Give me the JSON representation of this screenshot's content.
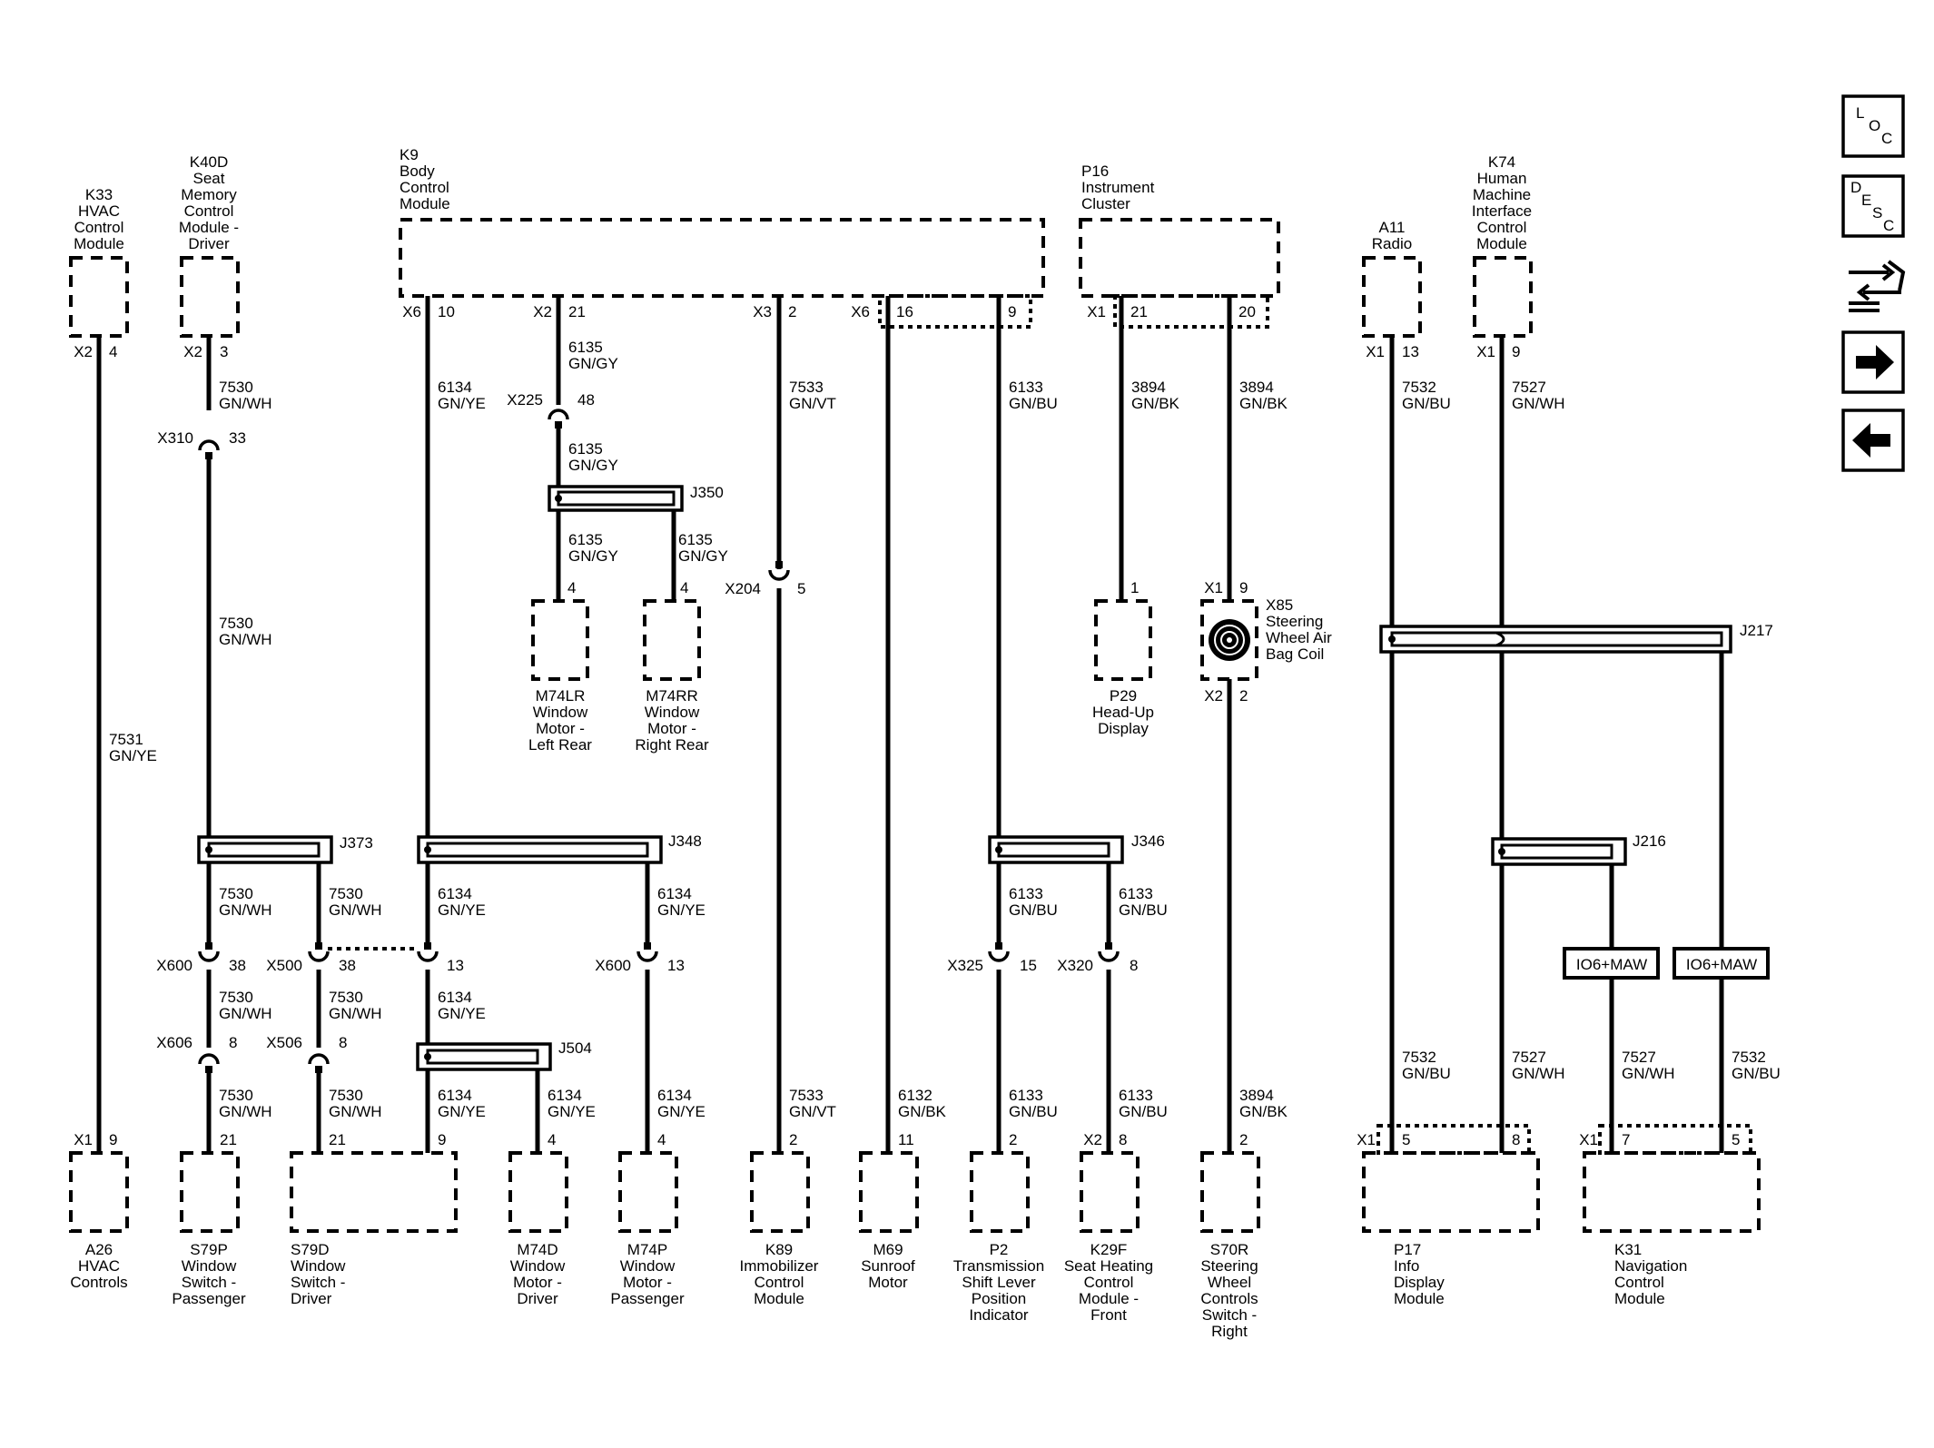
{
  "modules": {
    "k33": [
      "K33",
      "HVAC",
      "Control",
      "Module"
    ],
    "k40d": [
      "K40D",
      "Seat",
      "Memory",
      "Control",
      "Module -",
      "Driver"
    ],
    "k9": [
      "K9",
      "Body",
      "Control",
      "Module"
    ],
    "p16": [
      "P16",
      "Instrument",
      "Cluster"
    ],
    "a11": [
      "A11",
      "Radio"
    ],
    "k74": [
      "K74",
      "Human",
      "Machine",
      "Interface",
      "Control",
      "Module"
    ],
    "m74lr": [
      "M74LR",
      "Window",
      "Motor -",
      "Left Rear"
    ],
    "m74rr": [
      "M74RR",
      "Window",
      "Motor -",
      "Right Rear"
    ],
    "p29": [
      "P29",
      "Head-Up",
      "Display"
    ],
    "x85": [
      "X85",
      "Steering",
      "Wheel Air",
      "Bag Coil"
    ],
    "a26": [
      "A26",
      "HVAC",
      "Controls"
    ],
    "s79p": [
      "S79P",
      "Window",
      "Switch -",
      "Passenger"
    ],
    "s79d": [
      "S79D",
      "Window",
      "Switch -",
      "Driver"
    ],
    "m74d": [
      "M74D",
      "Window",
      "Motor -",
      "Driver"
    ],
    "m74p": [
      "M74P",
      "Window",
      "Motor -",
      "Passenger"
    ],
    "k89": [
      "K89",
      "Immobilizer",
      "Control",
      "Module"
    ],
    "m69": [
      "M69",
      "Sunroof",
      "Motor"
    ],
    "p2": [
      "P2",
      "Transmission",
      "Shift Lever",
      "Position",
      "Indicator"
    ],
    "k29f": [
      "K29F",
      "Seat Heating",
      "Control",
      "Module -",
      "Front"
    ],
    "s70r": [
      "S70R",
      "Steering",
      "Wheel",
      "Controls",
      "Switch -",
      "Right"
    ],
    "p17": [
      "P17",
      "Info",
      "Display",
      "Module"
    ],
    "k31": [
      "K31",
      "Navigation",
      "Control",
      "Module"
    ]
  },
  "connectors": {
    "k33_conn": "X2",
    "k33_pin": "4",
    "k40d_conn": "X2",
    "k40d_pin": "3",
    "k9_x6": "X6",
    "k9_p10": "10",
    "k9_x2": "X2",
    "k9_p21": "21",
    "k9_x3": "X3",
    "k9_p2": "2",
    "k9_x6b": "X6",
    "k9_p16": "16",
    "k9_p9": "9",
    "p16_x1": "X1",
    "p16_p21": "21",
    "p16_p20": "20",
    "a11_conn": "X1",
    "a11_pin": "13",
    "k74_conn": "X1",
    "k74_pin": "9",
    "m74lr_pin": "4",
    "m74rr_pin": "4",
    "p29_pin": "1",
    "x85_top_conn": "X1",
    "x85_top_pin": "9",
    "x85_bot_conn": "X2",
    "x85_bot_pin": "2",
    "a26_conn": "X1",
    "a26_pin": "9",
    "s79p_pin": "21",
    "s79d_pin1": "21",
    "s79d_pin2": "9",
    "m74d_pin": "4",
    "m74p_pin": "4",
    "k89_pin": "2",
    "m69_pin": "11",
    "p2_pin": "2",
    "k29f_conn": "X2",
    "k29f_pin": "8",
    "s70r_pin": "2",
    "p17_conn": "X1",
    "p17_pin1": "5",
    "p17_pin2": "8",
    "k31_conn": "X1",
    "k31_pin1": "7",
    "k31_pin2": "5"
  },
  "inline": {
    "x225": "X225",
    "x225_pin": "48",
    "x310": "X310",
    "x310_pin": "33",
    "x204": "X204",
    "x204_pin": "5",
    "x600a": "X600",
    "x600a_pin": "38",
    "x500": "X500",
    "x500_pin1": "38",
    "x500_pin2": "13",
    "x600b": "X600",
    "x600b_pin": "13",
    "x606": "X606",
    "x606_pin": "8",
    "x506": "X506",
    "x506_pin": "8",
    "x325": "X325",
    "x325_pin": "15",
    "x320": "X320",
    "x320_pin": "8"
  },
  "splices": {
    "j350": "J350",
    "j373": "J373",
    "j348": "J348",
    "j346": "J346",
    "j504": "J504",
    "j217": "J217",
    "j216": "J216"
  },
  "options": {
    "left": "IO6+MAW",
    "right": "IO6+MAW"
  },
  "wires": {
    "w7531": [
      "7531",
      "GN/YE"
    ],
    "w7530": [
      "7530",
      "GN/WH"
    ],
    "w6134": [
      "6134",
      "GN/YE"
    ],
    "w6135": [
      "6135",
      "GN/GY"
    ],
    "w7533": [
      "7533",
      "GN/VT"
    ],
    "w6132": [
      "6132",
      "GN/BK"
    ],
    "w6133": [
      "6133",
      "GN/BU"
    ],
    "w3894": [
      "3894",
      "GN/BK"
    ],
    "w7532": [
      "7532",
      "GN/BU"
    ],
    "w7527": [
      "7527",
      "GN/WH"
    ]
  },
  "nav": {
    "loc": [
      "L",
      "O",
      "C"
    ],
    "desc": [
      "D",
      "E",
      "S",
      "C"
    ],
    "icons": [
      "connector-swap-icon",
      "arrow-right-icon",
      "arrow-left-icon"
    ]
  }
}
